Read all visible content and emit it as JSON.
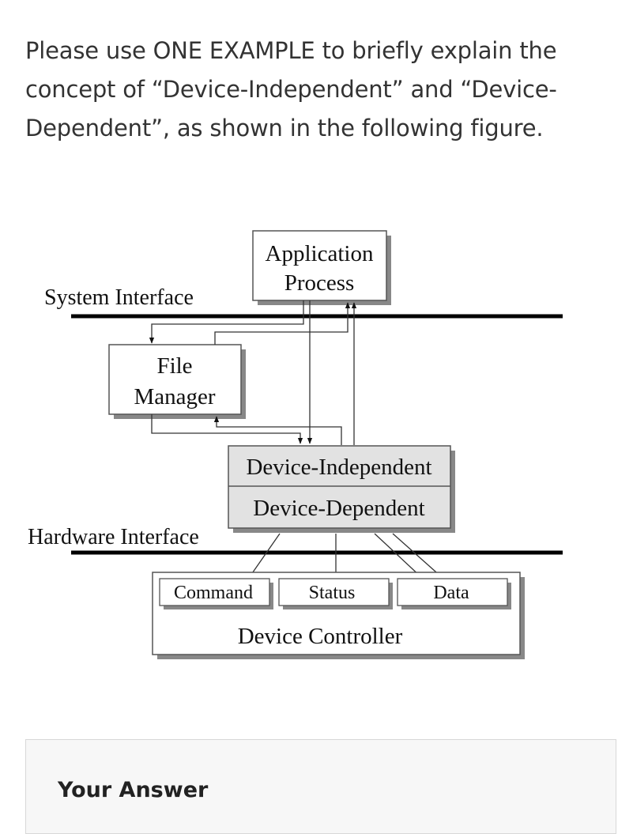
{
  "question": {
    "text": "Please use ONE EXAMPLE to briefly explain the concept of “Device-Independent” and “Device-Dependent”, as shown in the following figure."
  },
  "diagram": {
    "application_line1": "Application",
    "application_line2": "Process",
    "system_interface": "System Interface",
    "file_manager_line1": "File",
    "file_manager_line2": "Manager",
    "device_independent": "Device-Independent",
    "device_dependent": "Device-Dependent",
    "hardware_interface": "Hardware Interface",
    "command": "Command",
    "status": "Status",
    "data": "Data",
    "device_controller": "Device Controller"
  },
  "answer": {
    "title": "Your Answer"
  }
}
